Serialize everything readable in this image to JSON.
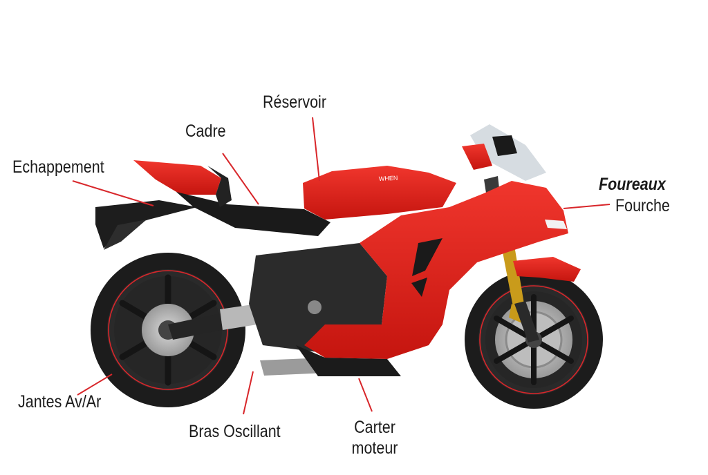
{
  "labels": {
    "reservoir": "Réservoir",
    "cadre": "Cadre",
    "echappement": "Echappement",
    "foureaux": "Foureaux",
    "fourche": "Fourche",
    "jantes": "Jantes Av/Ar",
    "bras": "Bras Oscillant",
    "carter_line1": "Carter",
    "carter_line2": "moteur"
  },
  "tank_badge": "WHEN",
  "colors": {
    "body_red": "#e3201b",
    "leader_line": "#d8262a",
    "tire": "#1c1c1c",
    "text": "#1b1b1b"
  }
}
